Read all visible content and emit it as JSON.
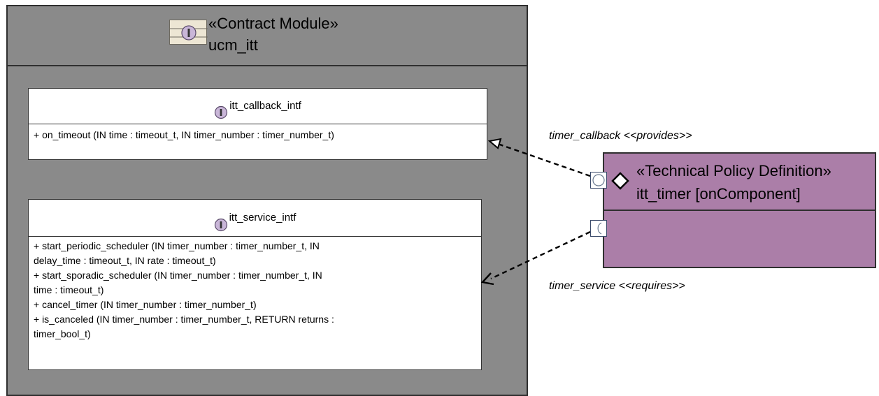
{
  "module": {
    "stereotype": "«Contract Module»",
    "name": "ucm_itt",
    "icon": "module-icon"
  },
  "interfaces": [
    {
      "name": "itt_callback_intf",
      "icon": "interface-icon",
      "operations": [
        "+ on_timeout (IN time : timeout_t, IN timer_number : timer_number_t)"
      ]
    },
    {
      "name": "itt_service_intf",
      "icon": "interface-icon",
      "operations": [
        "+ start_periodic_scheduler (IN timer_number : timer_number_t, IN",
        "delay_time : timeout_t, IN rate : timeout_t)",
        "+ start_sporadic_scheduler (IN timer_number : timer_number_t, IN",
        "time : timeout_t)",
        "+ cancel_timer (IN timer_number : timer_number_t)",
        "+ is_canceled (IN timer_number : timer_number_t, RETURN returns :",
        "timer_bool_t)"
      ]
    }
  ],
  "policy": {
    "stereotype": "«Technical Policy Definition»",
    "name": "itt_timer [onComponent]",
    "icon": "diamond-icon"
  },
  "connections": {
    "callback": {
      "role": "timer_callback",
      "stereotype": "<<provides>>"
    },
    "service": {
      "role": "timer_service",
      "stereotype": "<<requires>>"
    }
  },
  "colors": {
    "module_fill": "#8a8a8a",
    "policy_fill": "#ab7ea8",
    "interface_icon": "#c9b6d8"
  }
}
